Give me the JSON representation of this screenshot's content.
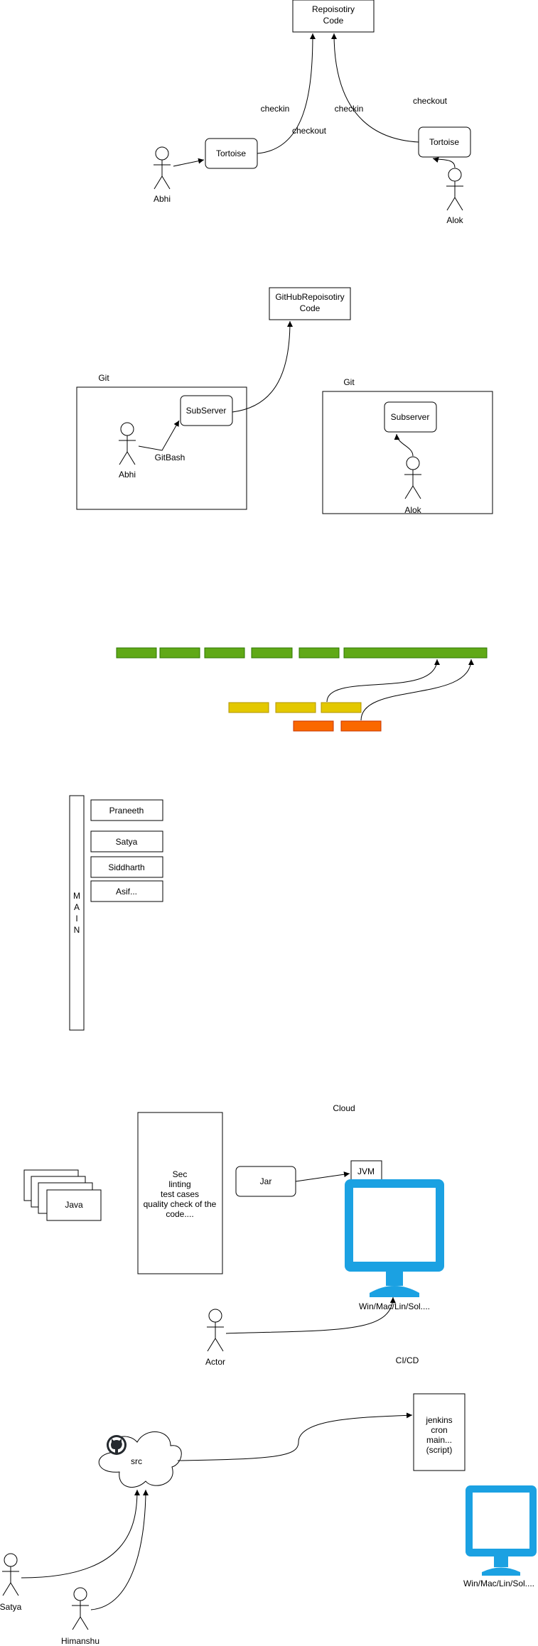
{
  "colors": {
    "stroke": "#000000",
    "branch_green": "#60a917",
    "branch_green_stroke": "#2d7600",
    "branch_yellow": "#e3c800",
    "branch_yellow_stroke": "#b09500",
    "branch_orange": "#fa6800",
    "branch_orange_stroke": "#c73500",
    "monitor_blue": "#1ba1e2"
  },
  "section1": {
    "repo_line1": "Repoisotiry",
    "repo_line2": "Code",
    "tortoise_left": "Tortoise",
    "tortoise_right": "Tortoise",
    "actor_left": "Abhi",
    "actor_right": "Alok",
    "checkin_left": "checkin",
    "checkout_left": "checkout",
    "checkin_right": "checkin",
    "checkout_right": "checkout"
  },
  "section2": {
    "repo_line1": "GitHubRepoisotiry",
    "repo_line2": "Code",
    "git_left": "Git",
    "git_right": "Git",
    "subserver_left": "SubServer",
    "subserver_right": "Subserver",
    "gitbash": "GitBash",
    "actor_left": "Abhi",
    "actor_right": "Alok"
  },
  "section3": {
    "icon": "branch-timeline"
  },
  "section4": {
    "main_letters": [
      "M",
      "A",
      "I",
      "N"
    ],
    "branches": [
      "Praneeth",
      "Satya",
      "Siddharth",
      "Asif..."
    ]
  },
  "section5": {
    "cloud": "Cloud",
    "java": "Java",
    "sec_lines": [
      "Sec",
      "linting",
      "test cases",
      "quality check of the",
      "code...."
    ],
    "jar": "Jar",
    "jvm": "JVM",
    "platform": "Win/Mac/Lin/Sol....",
    "actor": "Actor"
  },
  "section6": {
    "cicd": "CI/CD",
    "src": "src",
    "jenkins_lines": [
      "jenkins",
      "cron",
      "main...",
      "(script)"
    ],
    "platform": "Win/Mac/Lin/Sol....",
    "actor_satya": "Satya",
    "actor_himanshu": "Himanshu",
    "github_icon": "github-icon",
    "monitor_icon": "monitor-icon"
  }
}
